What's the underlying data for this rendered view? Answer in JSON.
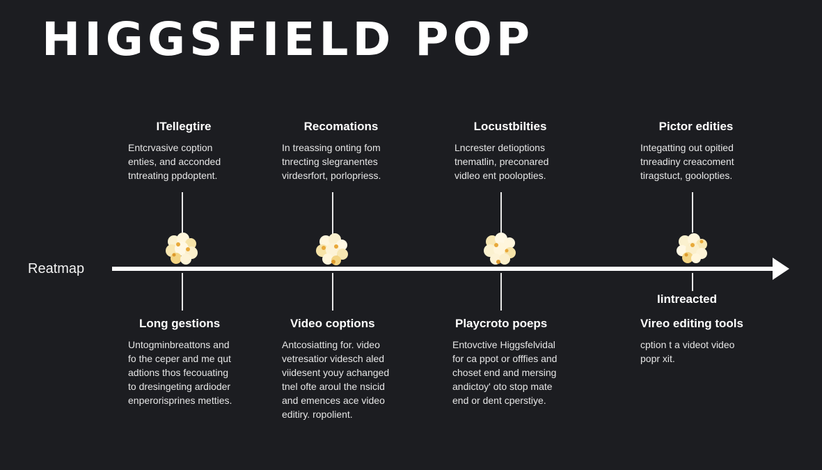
{
  "title": "HIGGSFIELD POP",
  "axis": {
    "label": "Reatmap",
    "color": "#ffffff"
  },
  "background": "#1c1d21",
  "node_icon": "popcorn-icon",
  "milestones": [
    {
      "top": {
        "heading": "ITellegtire",
        "body": "Entcrvasive coption\nenties, and acconded\ntntreating ppdoptent."
      },
      "bottom": {
        "heading": "Long gestions",
        "body": "Untogminbreattons and\nfo the ceper and me qut\nadtions thos fecouating\nto dresingeting ardioder\nenperorisprines metties."
      }
    },
    {
      "top": {
        "heading": "Recomations",
        "body": "In treassing onting fom\ntnrecting slegranentes\nvirdesrfort, porlopriess."
      },
      "bottom": {
        "heading": "Video coptions",
        "body": "Antcosiatting for. video\nvetresatior videsch aled\nviidesent youy achanged\ntnel ofte aroul the nsicid\nand emences ace video\neditiry. ropolient."
      }
    },
    {
      "top": {
        "heading": "Locustbilties",
        "body": "Lncrester detioptions\ntnematlin, preconared\nvidleo ent poolopties."
      },
      "bottom": {
        "heading": "Playcroto poeps",
        "body": "Entovctive Higgsfelvidal\nfor ca ppot or offfies and\nchoset end and mersing\nandictoy' oto stop mate\nend or dent cperstiye."
      }
    },
    {
      "top": {
        "heading": "Pictor edities",
        "body": "Integatting out opitied\ntnreadiny creacoment\ntiragstuct, goolopties."
      },
      "bottom": {
        "label": "Iintreacted",
        "heading": "Vireo editing tools",
        "body": "cption t a videot video\npopr xit."
      }
    }
  ]
}
